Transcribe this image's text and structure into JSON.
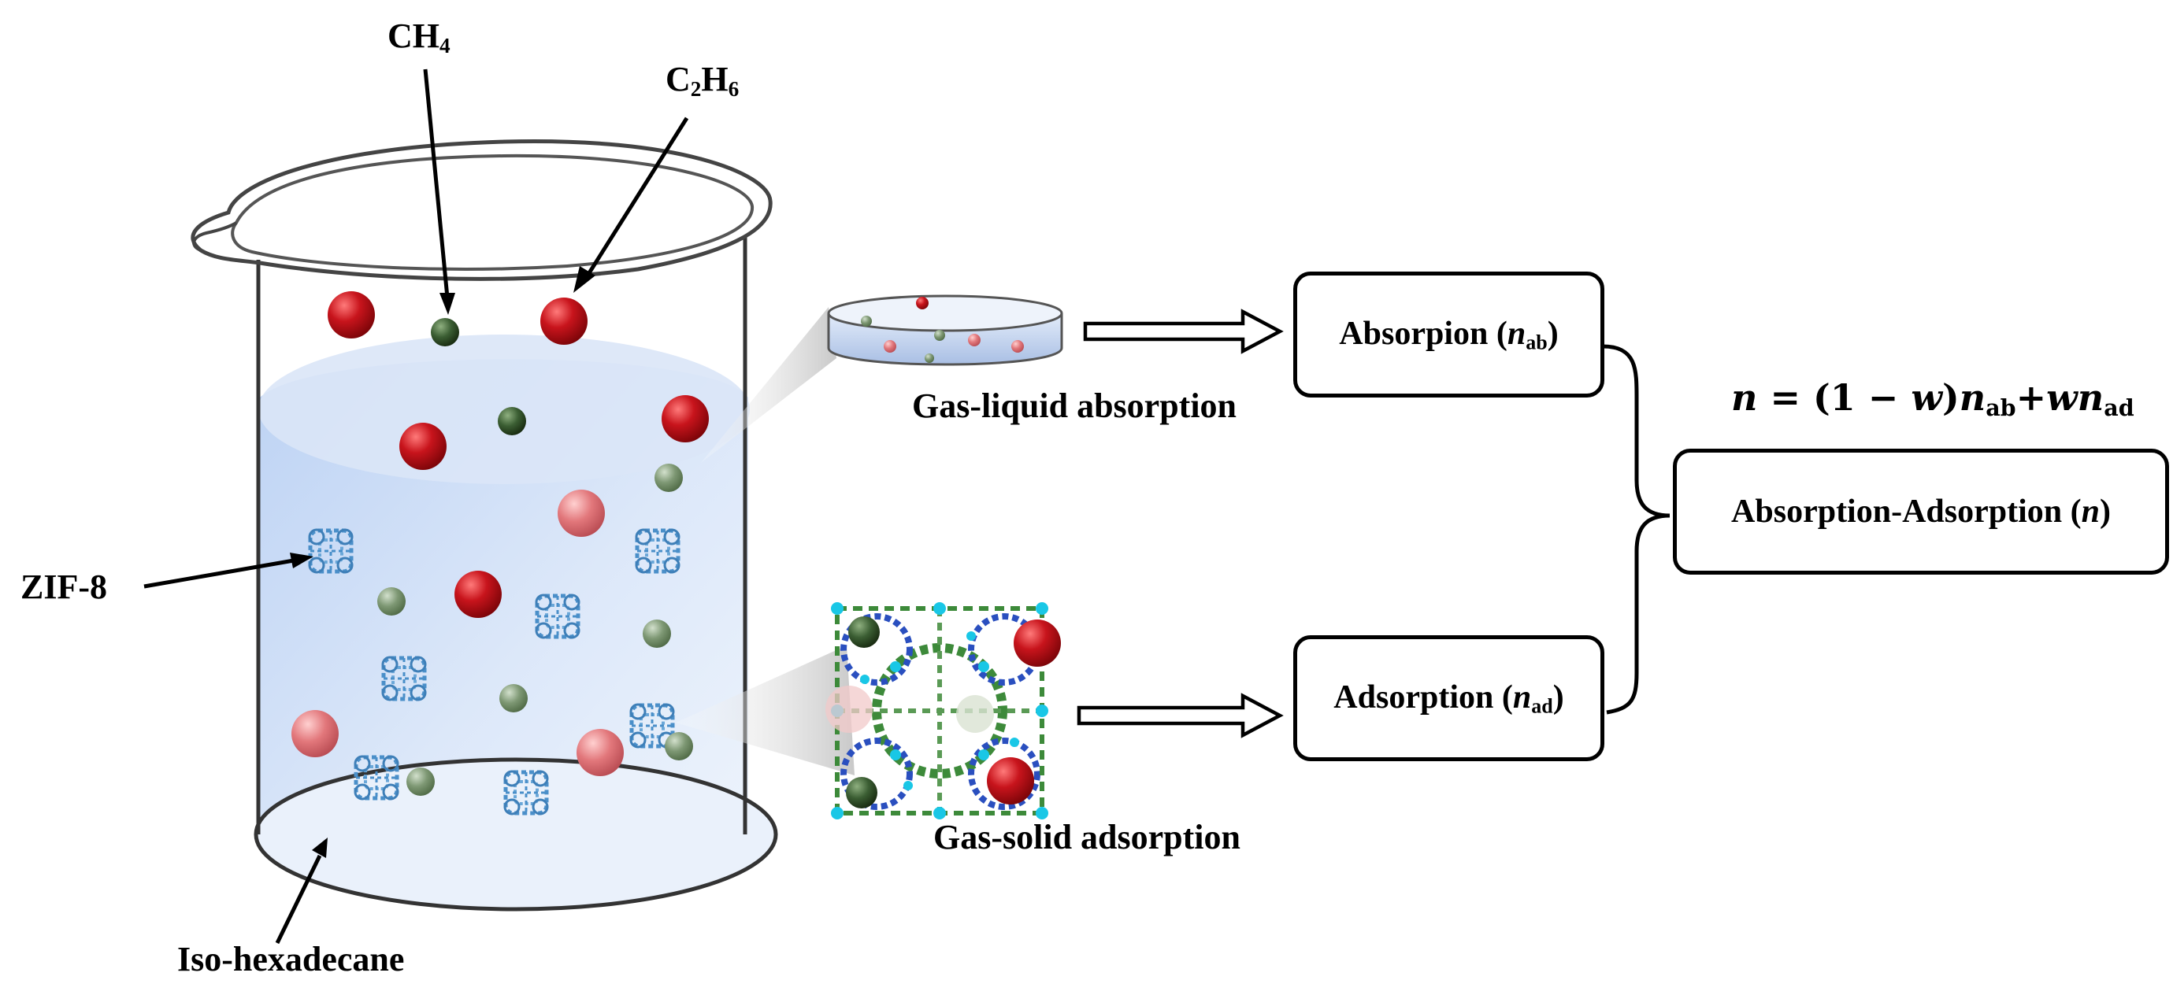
{
  "labels": {
    "ch4_base": "CH",
    "ch4_sub": "4",
    "c2h6_c": "C",
    "c2h6_sub1": "2",
    "c2h6_h": "H",
    "c2h6_sub2": "6",
    "zif8": "ZIF-8",
    "iso_hexadecane": "Iso-hexadecane",
    "gas_liquid": "Gas-liquid absorption",
    "gas_solid": "Gas-solid adsorption"
  },
  "boxes": {
    "absorption": {
      "text": "Absorpion (",
      "var": "n",
      "sub": "ab",
      "close": ")"
    },
    "adsorption": {
      "text": "Adsorption (",
      "var": "n",
      "sub": "ad",
      "close": ")"
    },
    "combined": {
      "text": "Absorption-Adsorption (",
      "var": "n",
      "close": ")"
    }
  },
  "equation": {
    "n": "n",
    "eq": " = (1 − ",
    "w1": "w",
    "rp": ")",
    "n_ab": "n",
    "sub_ab": "ab",
    "plus": "+",
    "w2": "w",
    "n_ad": "n",
    "sub_ad": "ad"
  },
  "colors": {
    "c2h6_molecule": "#c8141c",
    "ch4_molecule": "#3b5e33",
    "liquid": "#c9dcf6",
    "zif8_framework": "#4a8fc9",
    "outline": "#000000"
  }
}
